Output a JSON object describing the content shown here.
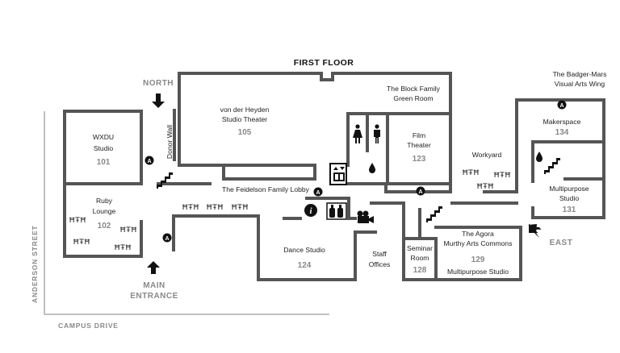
{
  "map": {
    "floor_title": "FIRST FLOOR",
    "wing_title": [
      "The Badger-Mars",
      "Visual Arts Wing"
    ],
    "directions": {
      "north": "NORTH",
      "east": "EAST",
      "main_entrance": [
        "MAIN",
        "ENTRANCE"
      ]
    },
    "streets": {
      "west": "ANDERSON STREET",
      "south": "CAMPUS DRIVE"
    },
    "rooms": {
      "wxdu": {
        "name": [
          "WXDU",
          "Studio"
        ],
        "number": "101"
      },
      "ruby": {
        "name": [
          "Ruby",
          "Lounge"
        ],
        "number": "102"
      },
      "heyden": {
        "name": [
          "von der Heyden",
          "Studio Theater"
        ],
        "number": "105"
      },
      "green_room": {
        "name": [
          "The Block Family",
          "Green Room"
        ]
      },
      "film": {
        "name": [
          "Film",
          "Theater"
        ],
        "number": "123"
      },
      "workyard": {
        "name": [
          "Workyard"
        ]
      },
      "makerspace": {
        "name": [
          "Makerspace"
        ],
        "number": "134"
      },
      "multipurpose131": {
        "name": [
          "Multipurpose",
          "Studio"
        ],
        "number": "131"
      },
      "lobby": {
        "name": [
          "The Feidelson Family Lobby"
        ]
      },
      "dance": {
        "name": [
          "Dance Studio"
        ],
        "number": "124"
      },
      "staff": {
        "name": [
          "Staff",
          "Offices"
        ]
      },
      "seminar": {
        "name": [
          "Seminar",
          "Room"
        ],
        "number": "128"
      },
      "agora": {
        "name": [
          "The Agora",
          "Murthy Arts Commons"
        ],
        "number": "129",
        "subtitle": "Multipurpose Studio"
      }
    },
    "donor_wall": "Donor Wall",
    "icons": {
      "accessible_marker": "A",
      "info_marker": "i",
      "table_glyph": "ĦŦĦ"
    }
  }
}
